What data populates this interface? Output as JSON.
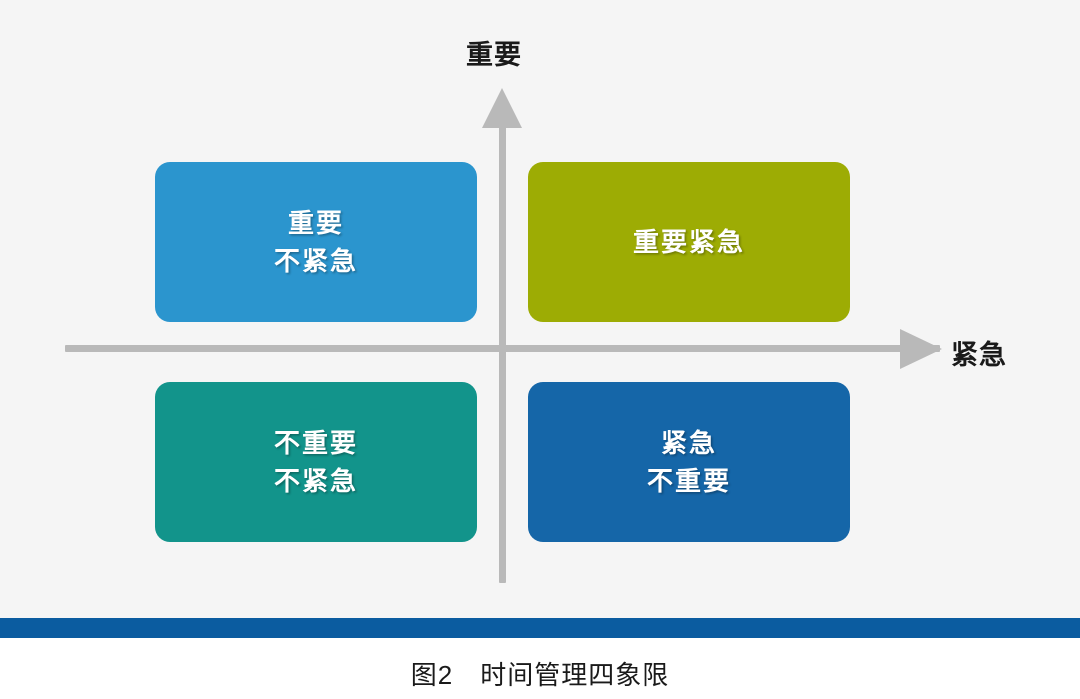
{
  "figure": {
    "background_color": "#f5f5f5",
    "page_color": "#ffffff",
    "caption": "图2　时间管理四象限",
    "accent_bar_color": "#0b5ca0"
  },
  "axes": {
    "vertical_label": "重要",
    "horizontal_label": "紧急",
    "axis_color": "#b9b9b9"
  },
  "chart_data": {
    "type": "table",
    "title": "图2　时间管理四象限",
    "xlabel": "紧急",
    "ylabel": "重要",
    "grid": false,
    "legend": "none",
    "quadrants": [
      {
        "position": "top-left",
        "lines": [
          "重要",
          "不紧急"
        ],
        "line1": "重要",
        "line2": "不紧急",
        "color": "#2b95ce",
        "important": true,
        "urgent": false
      },
      {
        "position": "top-right",
        "lines": [
          "重要紧急"
        ],
        "line1": "重要紧急",
        "line2": "",
        "color": "#9dac04",
        "important": true,
        "urgent": true
      },
      {
        "position": "bottom-left",
        "lines": [
          "不重要",
          "不紧急"
        ],
        "line1": "不重要",
        "line2": "不紧急",
        "color": "#12948b",
        "important": false,
        "urgent": false
      },
      {
        "position": "bottom-right",
        "lines": [
          "紧急",
          "不重要"
        ],
        "line1": "紧急",
        "line2": "不重要",
        "color": "#1566a8",
        "important": false,
        "urgent": true
      }
    ]
  }
}
